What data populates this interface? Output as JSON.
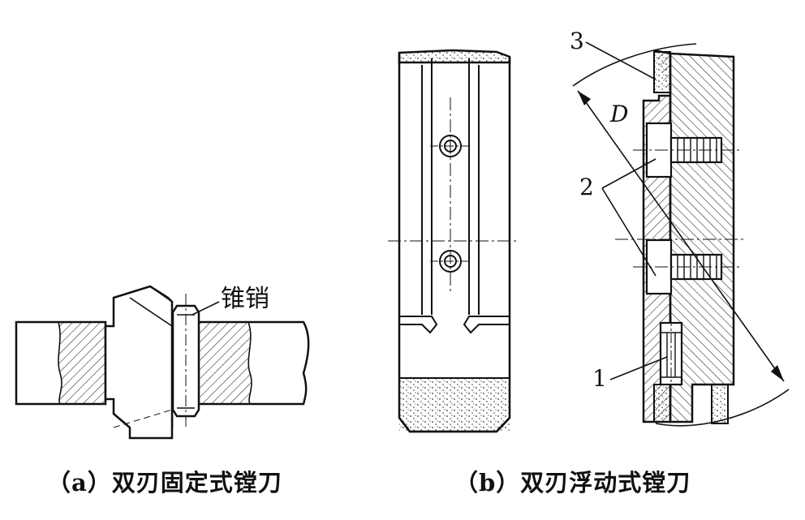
{
  "figure_a": {
    "caption": "（a）双刃固定式镗刀",
    "pin_label": "锥销"
  },
  "figure_b": {
    "caption": "（b）双刃浮动式镗刀",
    "label_1": "1",
    "label_2": "2",
    "label_3": "3",
    "label_d": "D"
  }
}
